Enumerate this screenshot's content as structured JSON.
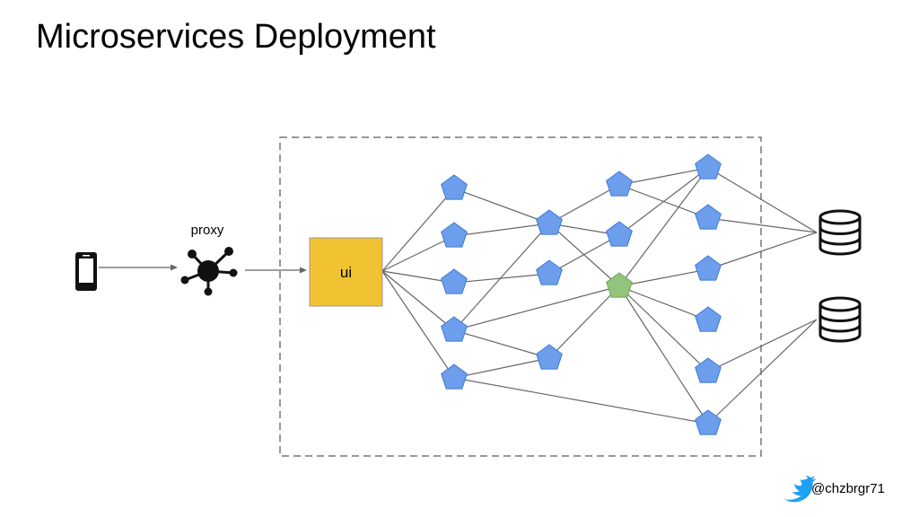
{
  "title": "Microservices Deployment",
  "proxy_label": "proxy",
  "ui_label": "ui",
  "twitter_handle": "@chzbrgr71",
  "colors": {
    "service": "#6d9eeb",
    "service_stroke": "#3c78d8",
    "highlight_service": "#93c47d",
    "highlight_stroke": "#6aa84f",
    "ui_box": "#f1c232",
    "twitter": "#1da1f2"
  },
  "icons": [
    "mobile-phone-icon",
    "proxy-hub-icon",
    "database-icon",
    "twitter-bird-icon"
  ]
}
